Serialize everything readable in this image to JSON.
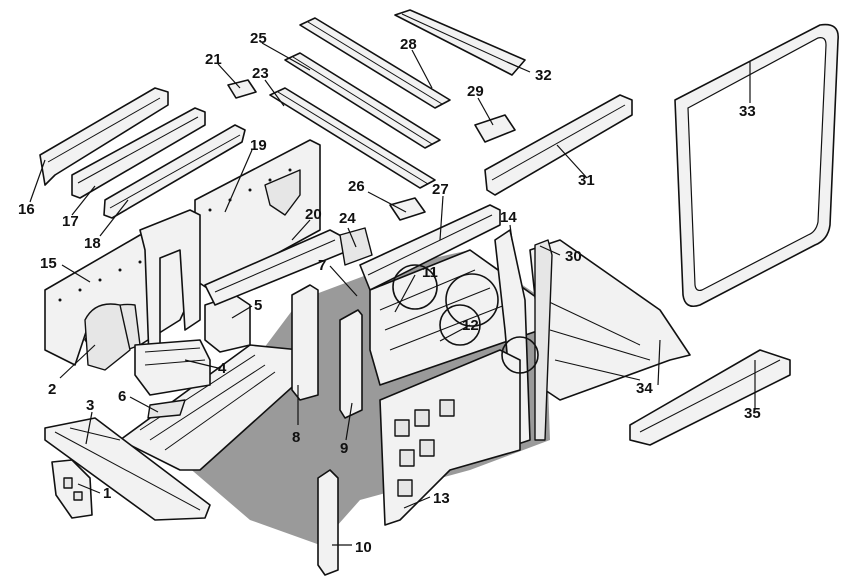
{
  "callouts": [
    {
      "id": "c1",
      "text": "1"
    },
    {
      "id": "c2",
      "text": "2"
    },
    {
      "id": "c3",
      "text": "3"
    },
    {
      "id": "c4",
      "text": "4"
    },
    {
      "id": "c5",
      "text": "5"
    },
    {
      "id": "c6",
      "text": "6"
    },
    {
      "id": "c7",
      "text": "7"
    },
    {
      "id": "c8",
      "text": "8"
    },
    {
      "id": "c9",
      "text": "9"
    },
    {
      "id": "c10",
      "text": "10"
    },
    {
      "id": "c11",
      "text": "11"
    },
    {
      "id": "c12",
      "text": "12"
    },
    {
      "id": "c13",
      "text": "13"
    },
    {
      "id": "c14",
      "text": "14"
    },
    {
      "id": "c15",
      "text": "15"
    },
    {
      "id": "c16",
      "text": "16"
    },
    {
      "id": "c17",
      "text": "17"
    },
    {
      "id": "c18",
      "text": "18"
    },
    {
      "id": "c19",
      "text": "19"
    },
    {
      "id": "c20",
      "text": "20"
    },
    {
      "id": "c21",
      "text": "21"
    },
    {
      "id": "c23",
      "text": "23"
    },
    {
      "id": "c24",
      "text": "24"
    },
    {
      "id": "c25",
      "text": "25"
    },
    {
      "id": "c26",
      "text": "26"
    },
    {
      "id": "c27",
      "text": "27"
    },
    {
      "id": "c28",
      "text": "28"
    },
    {
      "id": "c29",
      "text": "29"
    },
    {
      "id": "c30",
      "text": "30"
    },
    {
      "id": "c31",
      "text": "31"
    },
    {
      "id": "c32",
      "text": "32"
    },
    {
      "id": "c33",
      "text": "33"
    },
    {
      "id": "c34",
      "text": "34"
    },
    {
      "id": "c35",
      "text": "35"
    }
  ],
  "colors": {
    "line": "#111111",
    "floor_shade": "#9a9a9a",
    "panel_fill": "#f2f2f2"
  }
}
